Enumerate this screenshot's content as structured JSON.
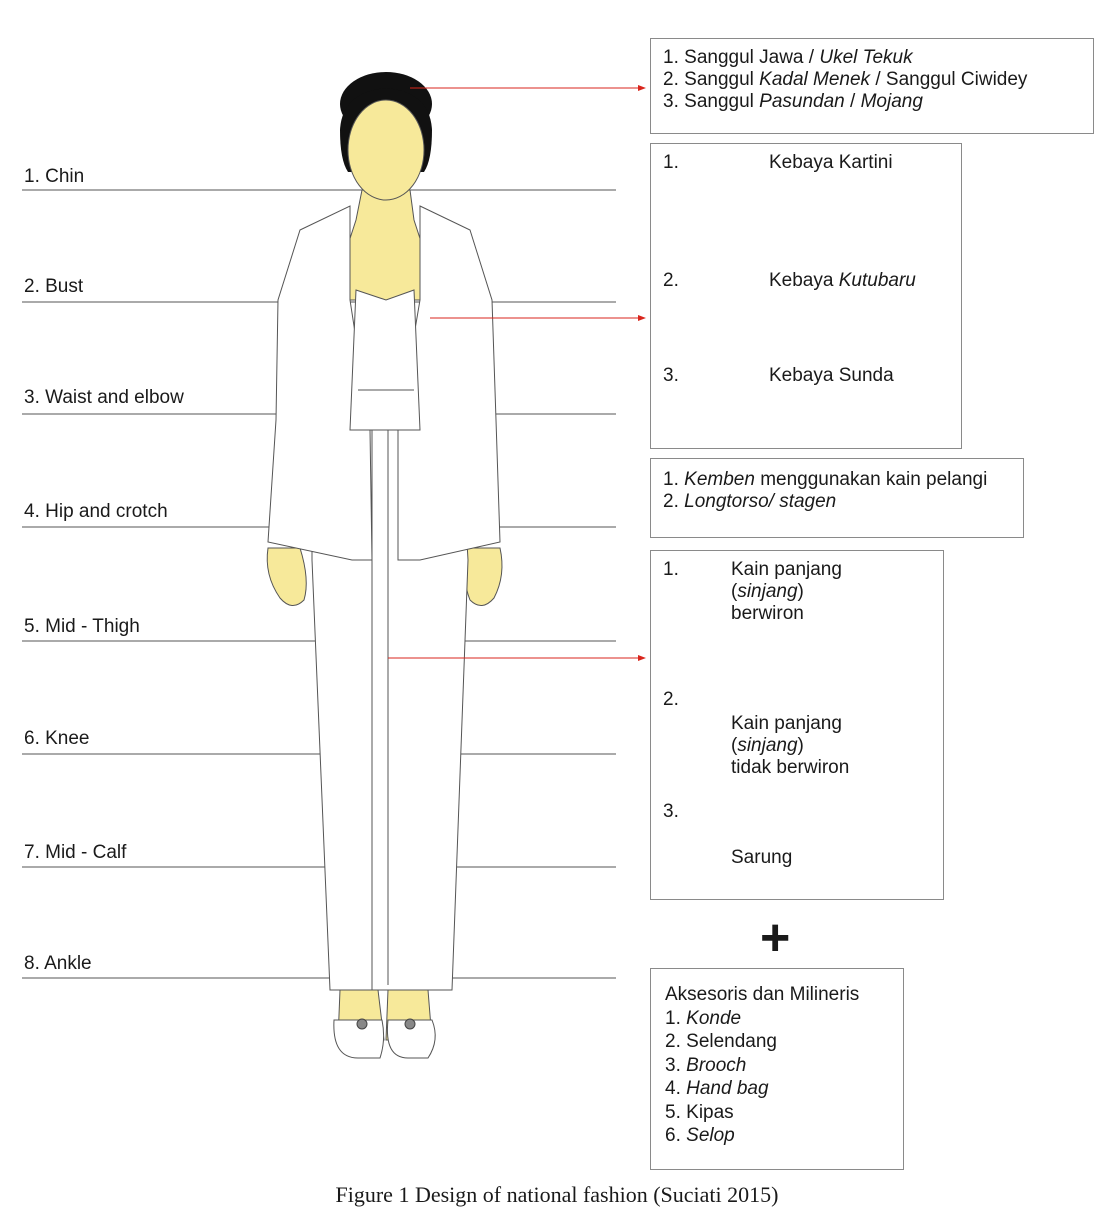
{
  "levels": [
    {
      "label": "1. Chin"
    },
    {
      "label": "2. Bust"
    },
    {
      "label": "3. Waist and elbow"
    },
    {
      "label": "4. Hip and crotch"
    },
    {
      "label": "5. Mid - Thigh"
    },
    {
      "label": "6. Knee"
    },
    {
      "label": "7. Mid - Calf"
    },
    {
      "label": "8. Ankle"
    }
  ],
  "hairstyles": [
    {
      "num": "1.",
      "pre": "Sanggul Jawa / ",
      "it": "Ukel Tekuk",
      "post": ""
    },
    {
      "num": "2.",
      "pre": "Sanggul ",
      "it": "Kadal Menek",
      "post": " / Sanggul Ciwidey"
    },
    {
      "num": "3.",
      "pre": "Sanggul ",
      "it": "Pasundan",
      "post": " / ",
      "it2": "Mojang"
    }
  ],
  "kebaya": [
    {
      "num": "1.",
      "pre": "Kebaya Kartini",
      "it": ""
    },
    {
      "num": "2.",
      "pre": "Kebaya ",
      "it": "Kutubaru"
    },
    {
      "num": "3.",
      "pre": "Kebaya Sunda",
      "it": ""
    }
  ],
  "underwear": [
    {
      "num": "1.",
      "it": "Kemben",
      "post": " menggunakan kain pelangi"
    },
    {
      "num": "2.",
      "it": "Longtorso/ stagen",
      "post": ""
    }
  ],
  "skirts": [
    {
      "num": "2.",
      "l1": "Kain panjang",
      "l2_pre": "(",
      "l2_it": "sinjang",
      "l2_post": ")",
      "l3": "tidak berwiron"
    },
    {
      "num": "3.",
      "l1": "Sarung"
    }
  ],
  "skirt1": {
    "num": "1.",
    "l1": "Kain panjang",
    "l2_pre": "(",
    "l2_it": "sinjang",
    "l2_post": ")",
    "l3": "berwiron"
  },
  "plus": "+",
  "accessories": {
    "title": "Aksesoris dan Milineris",
    "items": [
      {
        "num": "1.",
        "text": "Konde",
        "italic": true
      },
      {
        "num": "2.",
        "text": "Selendang",
        "italic": false
      },
      {
        "num": "3.",
        "text": "Brooch",
        "italic": true
      },
      {
        "num": "4.",
        "text": "Hand bag",
        "italic": true
      },
      {
        "num": "5.",
        "text": "Kipas",
        "italic": false
      },
      {
        "num": "6.",
        "text": "Selop",
        "italic": true
      }
    ]
  },
  "caption": "Figure 1 Design of national fashion (Suciati 2015)",
  "colors": {
    "skin": "#f7e99a",
    "hair": "#111111",
    "arrow": "#d9261c",
    "outline": "#555555",
    "box_border": "#8a8a8a"
  }
}
